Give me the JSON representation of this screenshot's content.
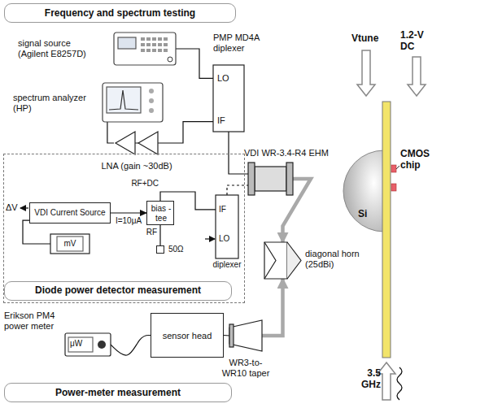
{
  "diagram": {
    "nodes": [
      {
        "text": [
          "Frequency and spectrum testing"
        ]
      },
      {
        "text": [
          "signal source (Agilent E8257D)"
        ]
      },
      {
        "text": [
          "spectrum analyzer (HP)"
        ]
      },
      {
        "text": [
          "LNA (gain ~30dB)"
        ]
      },
      {
        "text": [
          "PMP MD4A diplexer",
          "LO",
          "IF"
        ]
      },
      {
        "text": [
          "VDI WR-3.4-R4 EHM"
        ]
      },
      {
        "text": [
          "Diode power detector measurement"
        ]
      },
      {
        "text": [
          "VDI Current Source"
        ],
        "in": 6
      },
      {
        "text": [
          "mV"
        ],
        "in": 6
      },
      {
        "text": [
          "bias -tee",
          "RF+DC",
          "RF"
        ],
        "in": 6
      },
      {
        "text": [
          "50Ω"
        ],
        "in": 6
      },
      {
        "text": [
          "IF",
          "LO",
          "diplexer"
        ],
        "in": 6
      },
      {
        "text": [
          "diagonal horn (25dBi)"
        ]
      },
      {
        "text": [
          "Power-meter measurement"
        ]
      },
      {
        "text": [
          "Erikson PM4 power meter",
          "μW"
        ]
      },
      {
        "text": [
          "sensor head"
        ]
      },
      {
        "text": [
          "WR3-to-WR10 taper"
        ]
      }
    ],
    "edges": [
      {
        "from": 1,
        "to": 4,
        "arrow": "none"
      },
      {
        "from": 4,
        "to": 3,
        "arrow": "none"
      },
      {
        "from": 3,
        "to": 2,
        "arrow": "none"
      },
      {
        "from": 4,
        "to": 5,
        "arrow": "none"
      },
      {
        "from": 7,
        "to": 9,
        "arrow": "to",
        "label": "I=10μA"
      },
      {
        "from": 8,
        "to": 7,
        "arrow": "none"
      },
      {
        "from": 9,
        "to": 10,
        "arrow": "none"
      },
      {
        "from": 9,
        "to": 11,
        "arrow": "none"
      },
      {
        "from": 11,
        "to": 5,
        "arrow": "none"
      },
      {
        "from": 5,
        "to": 12,
        "arrow": "to"
      },
      {
        "from": 14,
        "to": 15,
        "arrow": "none"
      },
      {
        "from": 15,
        "to": 16,
        "arrow": "none"
      },
      {
        "from": 16,
        "to": 12,
        "arrow": "to"
      }
    ],
    "labels": [
      "ΔV",
      "Vtune",
      "1.2-V DC",
      "CMOS chip",
      "Si",
      "3.5 GHz"
    ]
  }
}
